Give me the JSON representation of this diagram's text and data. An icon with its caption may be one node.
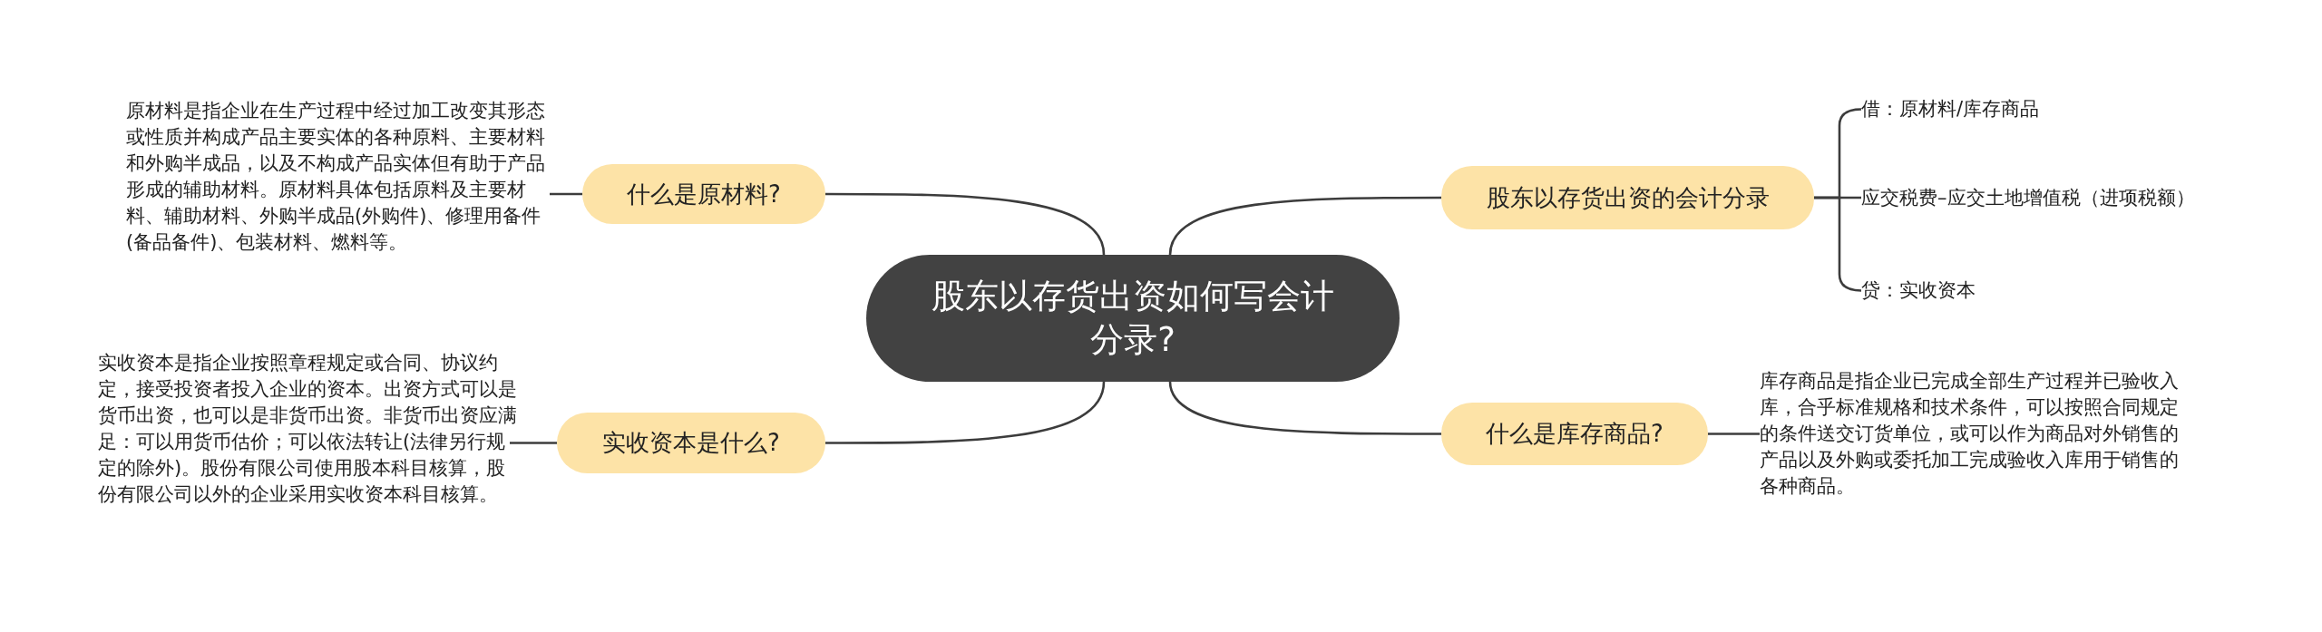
{
  "diagram": {
    "nodes": [
      {
        "text": [
          "股东以存货出资如何写会计分录?"
        ]
      },
      {
        "text": [
          "什么是原材料?"
        ]
      },
      {
        "text": [
          "原材料是指企业在生产过程中经过加工改变其形态或性质并构成产品主要实体的各种原料、主要材料和外购半成品，以及不构成产品实体但有助于产品形成的辅助材料。原材料具体包括原料及主要材料、辅助材料、外购半成品(外购件)、修理用备件(备品备件)、包装材料、燃料等。"
        ]
      },
      {
        "text": [
          "实收资本是什么?"
        ]
      },
      {
        "text": [
          "实收资本是指企业按照章程规定或合同、协议约定，接受投资者投入企业的资本。出资方式可以是货币出资，也可以是非货币出资。非货币出资应满足：可以用货币估价；可以依法转让(法律另行规定的除外)。股份有限公司使用股本科目核算，股份有限公司以外的企业采用实收资本科目核算。"
        ]
      },
      {
        "text": [
          "股东以存货出资的会计分录"
        ]
      },
      {
        "text": [
          "借：原材料/库存商品"
        ]
      },
      {
        "text": [
          "应交税费–应交土地增值税（进项税额）"
        ]
      },
      {
        "text": [
          "贷：实收资本"
        ]
      },
      {
        "text": [
          "什么是库存商品?"
        ]
      },
      {
        "text": [
          "库存商品是指企业已完成全部生产过程并已验收入库，合乎标准规格和技术条件，可以按照合同规定的条件送交订货单位，或可以作为商品对外销售的产品以及外购或委托加工完成验收入库用于销售的各种商品。"
        ]
      }
    ],
    "edges": [
      {
        "from": 0,
        "to": 1,
        "arrow": "none"
      },
      {
        "from": 1,
        "to": 2,
        "arrow": "none"
      },
      {
        "from": 0,
        "to": 3,
        "arrow": "none"
      },
      {
        "from": 3,
        "to": 4,
        "arrow": "none"
      },
      {
        "from": 0,
        "to": 5,
        "arrow": "none"
      },
      {
        "from": 5,
        "to": 6,
        "arrow": "none"
      },
      {
        "from": 5,
        "to": 7,
        "arrow": "none"
      },
      {
        "from": 5,
        "to": 8,
        "arrow": "none"
      },
      {
        "from": 0,
        "to": 9,
        "arrow": "none"
      },
      {
        "from": 9,
        "to": 10,
        "arrow": "none"
      }
    ]
  }
}
